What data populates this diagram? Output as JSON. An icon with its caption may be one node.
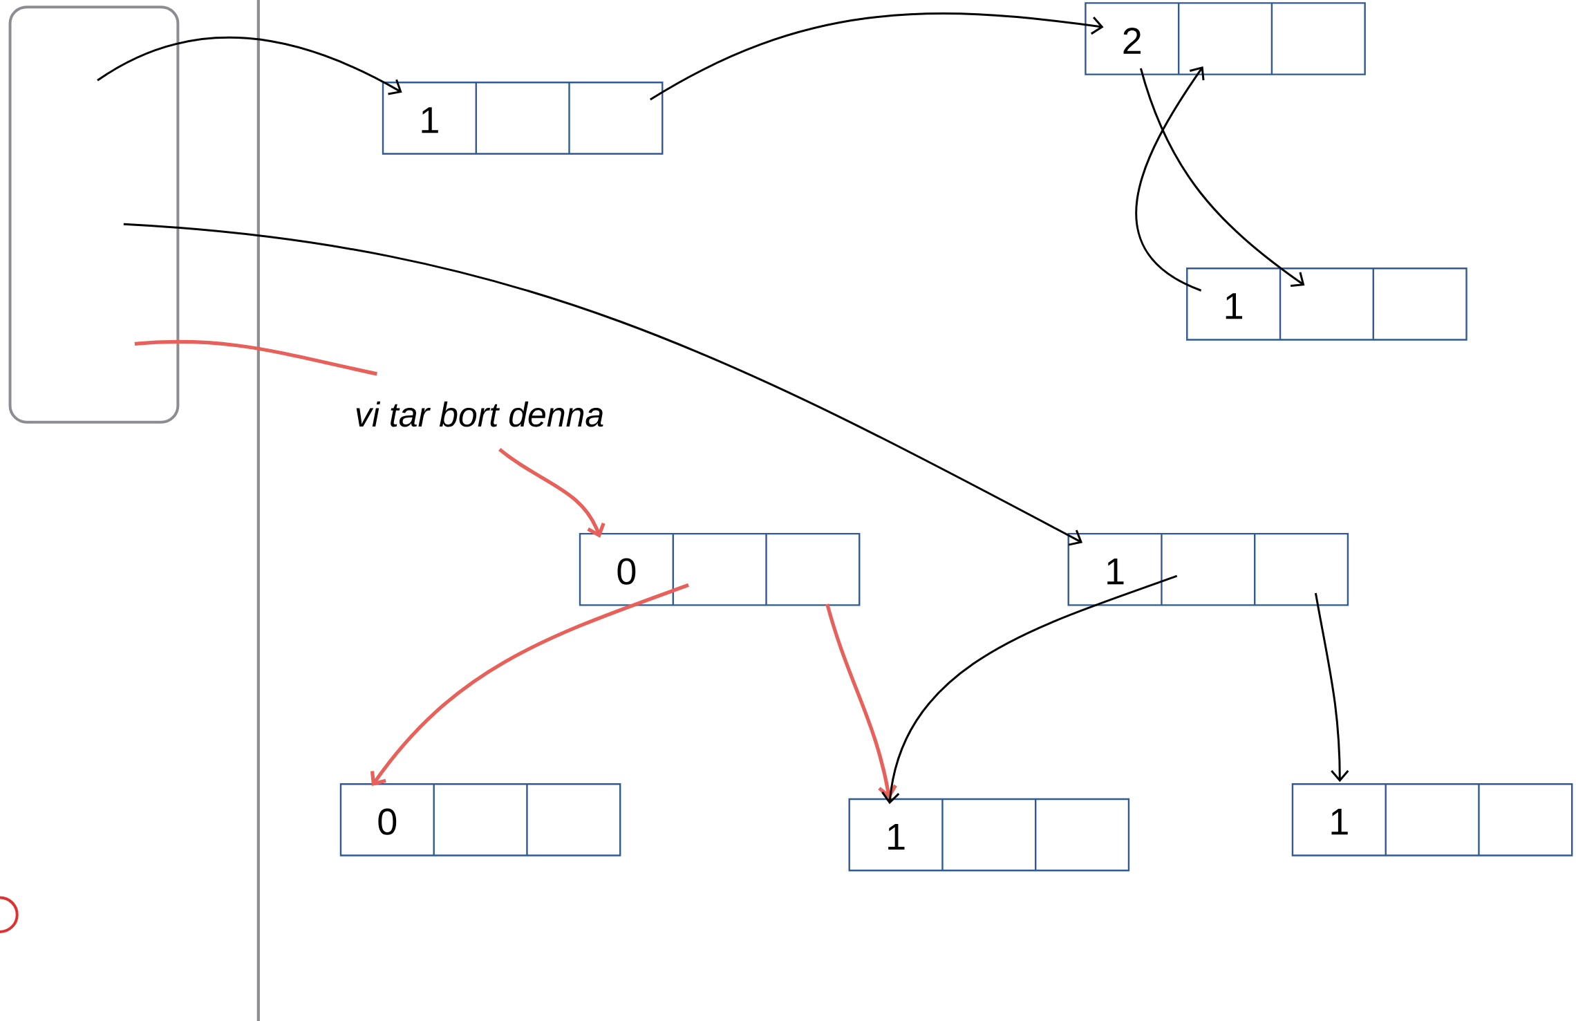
{
  "diagram": {
    "nodes": [
      {
        "text": [],
        "shape": "box"
      },
      {
        "text": [
          "1"
        ]
      },
      {
        "text": [
          "2"
        ]
      },
      {
        "text": [
          "1"
        ]
      },
      {
        "text": [
          "0"
        ]
      },
      {
        "text": [
          "1"
        ]
      },
      {
        "text": [
          "0"
        ]
      },
      {
        "text": [
          "1"
        ]
      },
      {
        "text": [
          "1"
        ]
      },
      {
        "text": [
          "vi tar bort denna"
        ]
      }
    ],
    "edges": [
      {
        "from": 0,
        "to": 1,
        "arrow": "to"
      },
      {
        "from": 1,
        "to": 2,
        "arrow": "to"
      },
      {
        "from": 2,
        "to": 3,
        "arrow": "to"
      },
      {
        "from": 3,
        "to": 2,
        "arrow": "to"
      },
      {
        "from": 0,
        "to": 5,
        "arrow": "to"
      },
      {
        "from": 0,
        "to": 9,
        "arrow": "none",
        "color": "#e8605a"
      },
      {
        "from": 9,
        "to": 4,
        "arrow": "to",
        "color": "#e8605a"
      },
      {
        "from": 4,
        "to": 6,
        "arrow": "to",
        "color": "#e8605a"
      },
      {
        "from": 4,
        "to": 7,
        "arrow": "to",
        "color": "#e8605a"
      },
      {
        "from": 5,
        "to": 7,
        "arrow": "to"
      },
      {
        "from": 5,
        "to": 8,
        "arrow": "to"
      }
    ]
  }
}
